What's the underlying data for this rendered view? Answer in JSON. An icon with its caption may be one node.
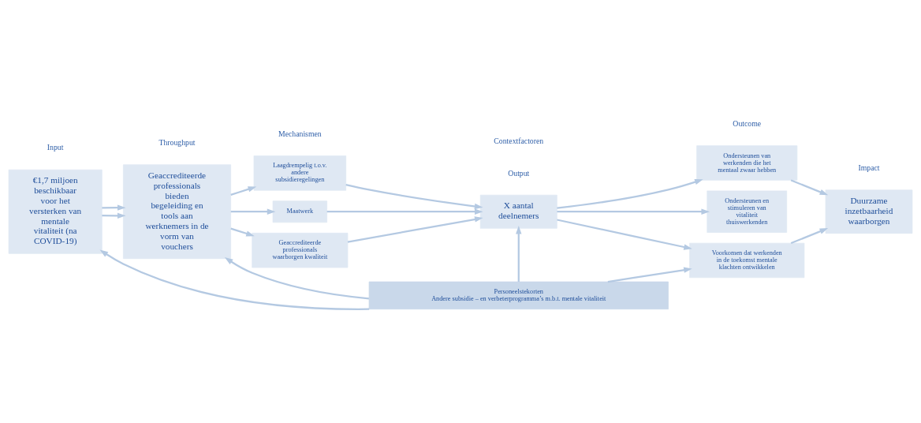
{
  "diagram": {
    "nodes": [
      {
        "text": [
          "€1,7 miljoen beschikbaar voor het versterken van mentale vitaliteit (na COVID-19)"
        ]
      },
      {
        "text": [
          "Geaccrediteerde professionals bieden begeleiding en tools aan werknemers in de vorm van vouchers"
        ]
      },
      {
        "text": [
          "Laagdrempelig t.o.v. andere subsidieregelingen"
        ]
      },
      {
        "text": [
          "Maatwerk"
        ]
      },
      {
        "text": [
          "Geaccrediteerde professionals waarborgen kwaliteit"
        ]
      },
      {
        "text": [
          "X aantal deelnemers"
        ]
      },
      {
        "text": [
          "Ondersteunen van werkenden die het mentaal zwaar hebben"
        ]
      },
      {
        "text": [
          "Ondersteunen en stimuleren van vitaliteit thuiswerkenden"
        ]
      },
      {
        "text": [
          "Voorkomen dat werkenden in de toekomst mentale klachten ontwikkelen"
        ]
      },
      {
        "text": [
          "Duurzame inzetbaarheid waarborgen"
        ]
      },
      {
        "text": [
          "Personeelstekorten",
          "Andere subsidie – en verbeterprogramma’s m.b.t. mentale vitaliteit"
        ]
      }
    ],
    "edges": [
      {
        "from": 0,
        "to": 1,
        "arrow": "to"
      },
      {
        "from": 0,
        "to": 1,
        "arrow": "to"
      },
      {
        "from": 1,
        "to": 2,
        "arrow": "to"
      },
      {
        "from": 1,
        "to": 3,
        "arrow": "to"
      },
      {
        "from": 1,
        "to": 4,
        "arrow": "to"
      },
      {
        "from": 2,
        "to": 5,
        "arrow": "to"
      },
      {
        "from": 3,
        "to": 5,
        "arrow": "to"
      },
      {
        "from": 4,
        "to": 5,
        "arrow": "to"
      },
      {
        "from": 5,
        "to": 6,
        "arrow": "to"
      },
      {
        "from": 5,
        "to": 7,
        "arrow": "to"
      },
      {
        "from": 5,
        "to": 8,
        "arrow": "to"
      },
      {
        "from": 6,
        "to": 9,
        "arrow": "to"
      },
      {
        "from": 8,
        "to": 9,
        "arrow": "to"
      },
      {
        "from": 10,
        "to": 0,
        "arrow": "to"
      },
      {
        "from": 10,
        "to": 1,
        "arrow": "to"
      },
      {
        "from": 10,
        "to": 5,
        "arrow": "to"
      },
      {
        "from": 10,
        "to": 8,
        "arrow": "to"
      }
    ],
    "labels": [
      "Input",
      "Throughput",
      "Mechanismen",
      "Output",
      "Outcome",
      "Impact",
      "Contextfactoren"
    ]
  }
}
